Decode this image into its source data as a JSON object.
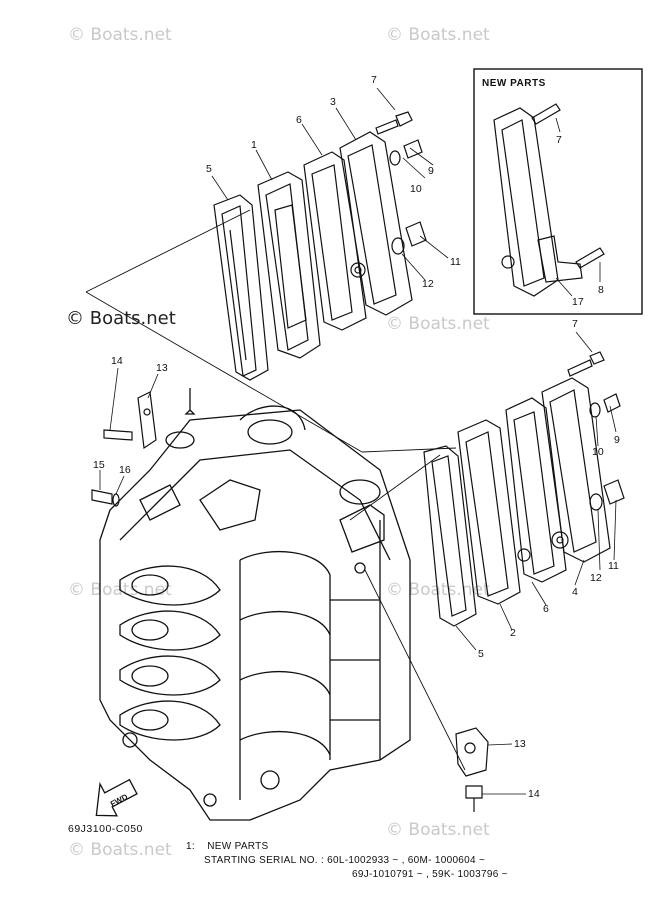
{
  "watermark": "© Boats.net",
  "inset": {
    "title": "NEW PARTS"
  },
  "callouts": {
    "top": [
      "7",
      "3",
      "6",
      "1",
      "5",
      "9",
      "10",
      "11",
      "12"
    ],
    "inset": [
      "7",
      "8",
      "17"
    ],
    "right": [
      "7",
      "9",
      "10",
      "11",
      "12",
      "4",
      "6",
      "2",
      "5"
    ],
    "left": [
      "14",
      "13",
      "15",
      "16"
    ],
    "bottom": [
      "13",
      "14"
    ]
  },
  "fwd_label": "FWD",
  "diagram_code": "69J3100-C050",
  "footnote": {
    "line1_num": "1:",
    "line1_text": "NEW PARTS",
    "line2": "STARTING SERIAL NO. : 60L-1002933 ~ , 60M- 1000604 ~",
    "line3": "69J-1010791 ~ , 59K- 1003796 ~"
  }
}
